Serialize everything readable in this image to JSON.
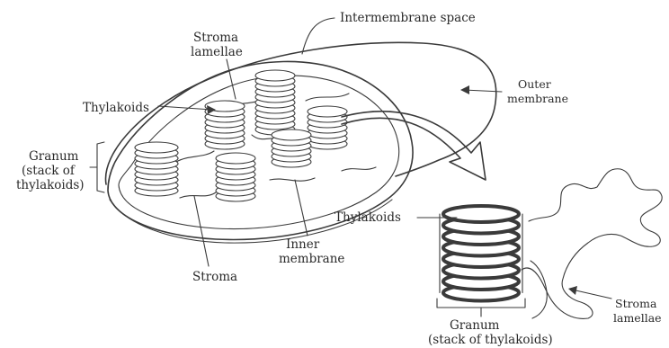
{
  "labels": {
    "intermembrane_space": "Intermembrane space",
    "stroma_lamellae_top_1": "Stroma",
    "stroma_lamellae_top_2": "lamellae",
    "thylakoids_left": "Thylakoids",
    "outer_membrane_1": "Outer",
    "outer_membrane_2": "membrane",
    "granum_left_1": "Granum",
    "granum_left_2": "(stack of",
    "granum_left_3": "thylakoids)",
    "thylakoids_right": "Thylakoids",
    "inner_membrane_1": "Inner",
    "inner_membrane_2": "membrane",
    "stroma": "Stroma",
    "stroma_lamellae_right_1": "Stroma",
    "stroma_lamellae_right_2": "lamellae",
    "granum_bottom_1": "Granum",
    "granum_bottom_2": "(stack of thylakoids)"
  },
  "colors": {
    "ink": "#3a3a3a",
    "paper": "#ffffff"
  }
}
